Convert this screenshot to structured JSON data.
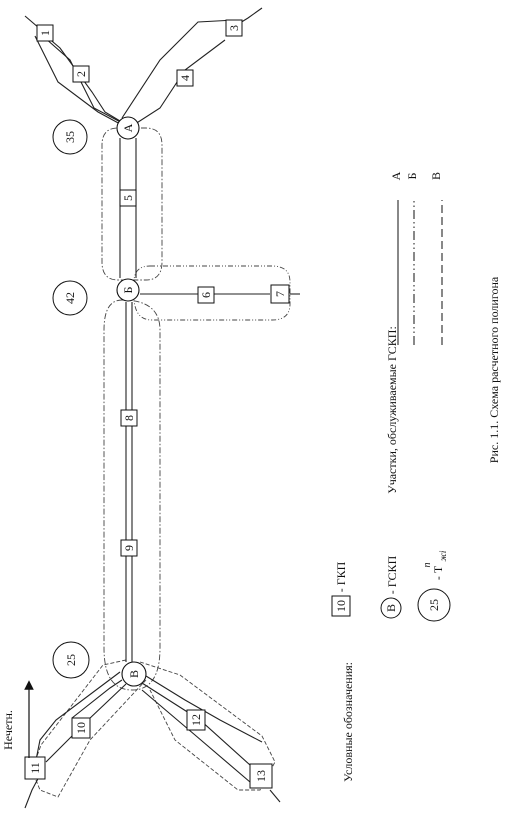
{
  "direction_label": "Нечетн.",
  "stations": [
    {
      "id": "1",
      "label": "1"
    },
    {
      "id": "2",
      "label": "2"
    },
    {
      "id": "3",
      "label": "3"
    },
    {
      "id": "4",
      "label": "4"
    },
    {
      "id": "5",
      "label": "5"
    },
    {
      "id": "6",
      "label": "6"
    },
    {
      "id": "7",
      "label": "7"
    },
    {
      "id": "8",
      "label": "8"
    },
    {
      "id": "9",
      "label": "9"
    },
    {
      "id": "10",
      "label": "10"
    },
    {
      "id": "11",
      "label": "11"
    },
    {
      "id": "12",
      "label": "12"
    },
    {
      "id": "13",
      "label": "13"
    }
  ],
  "hubs": [
    {
      "id": "A",
      "label": "А"
    },
    {
      "id": "B",
      "label": "Б"
    },
    {
      "id": "V",
      "label": "В"
    }
  ],
  "values": [
    {
      "id": "A",
      "label": "35"
    },
    {
      "id": "B",
      "label": "42"
    },
    {
      "id": "V",
      "label": "25"
    }
  ],
  "legend": {
    "title": "Условные обозначения:",
    "gkp_sample": "10",
    "gkp_text": "- ГКП",
    "gskp_sample": "В",
    "gskp_text": "- ГСКП",
    "time_sample": "25",
    "time_text": "- Т",
    "time_sup": "п",
    "time_sub": "жi",
    "sections_title": "Участки, обслуживаемые ГСКП:",
    "sections": [
      "А",
      "Б",
      "В"
    ]
  },
  "caption": "Рис. 1.1.   Схема расчетного полигона"
}
